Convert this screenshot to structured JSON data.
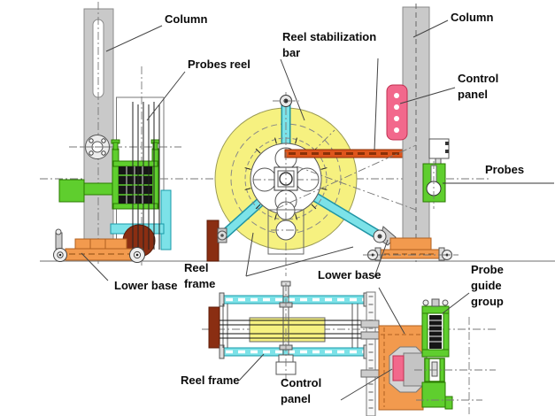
{
  "figure": {
    "labels": {
      "column_left": "Column",
      "probes_reel": "Probes reel",
      "reel_stab_bar": "Reel stabilization\nbar",
      "column_right": "Column",
      "control_panel_right": "Control\npanel",
      "probes": "Probes",
      "lower_base_left": "Lower base",
      "reel_frame_left": "Reel\nframe",
      "lower_base_center": "Lower base",
      "probe_guide_group": "Probe\nguide\ngroup",
      "reel_frame_bottom": "Reel frame",
      "control_panel_bottom": "Control\npanel"
    },
    "colors": {
      "reel_yellow": "#F6F180",
      "frame_cyan": "#7CE2E8",
      "machine_green": "#5FCE2E",
      "base_orange": "#F29A4E",
      "stab_bar_orange": "#DE551C",
      "panel_pink": "#F2688C",
      "reel_maroon": "#8A2E12",
      "column_gray": "#C9C9C9"
    }
  }
}
